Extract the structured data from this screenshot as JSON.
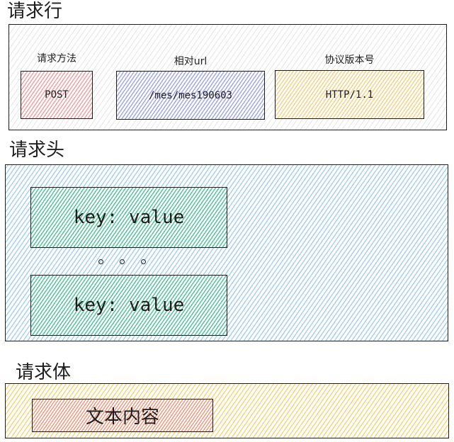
{
  "request_line": {
    "title": "请求行",
    "method": {
      "label": "请求方法",
      "value": "POST",
      "color": "#f3a3a7"
    },
    "url": {
      "label": "相对url",
      "value": "/mes/mes190603",
      "color": "#a3a9ea"
    },
    "version": {
      "label": "协议版本号",
      "value": "HTTP/1.1",
      "color": "#f5d38a"
    }
  },
  "request_header": {
    "title": "请求头",
    "color": "#a9d1f2",
    "entries": [
      {
        "text": "key: value",
        "color": "#58c49a"
      },
      {
        "text": "key: value",
        "color": "#58c49a"
      }
    ],
    "ellipsis_dots": 3
  },
  "request_body": {
    "title": "请求体",
    "color": "#f9d67e",
    "content": {
      "text": "文本内容",
      "color": "#f29a82"
    }
  }
}
